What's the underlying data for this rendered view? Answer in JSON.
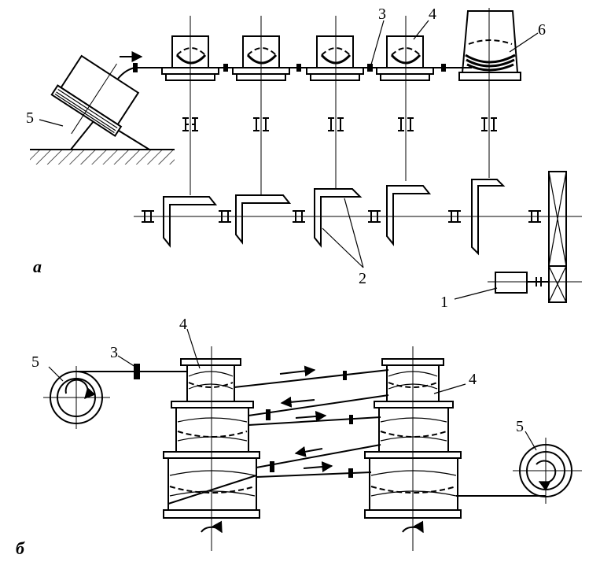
{
  "figure": {
    "panel_a_label": "а",
    "panel_b_label": "б",
    "callouts_a": {
      "c1": "1",
      "c2": "2",
      "c3": "3",
      "c4": "4",
      "c5": "5",
      "c6": "6"
    },
    "callouts_b": {
      "c3": "3",
      "c4_left": "4",
      "c4_right": "4",
      "c5_left": "5",
      "c5_right": "5"
    }
  }
}
